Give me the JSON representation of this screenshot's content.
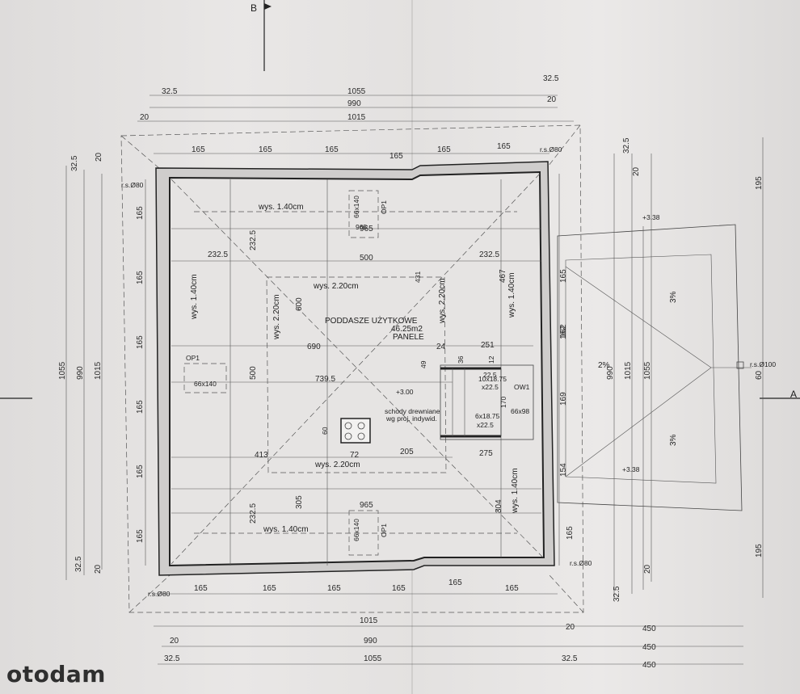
{
  "watermark": "otodam",
  "section_marker": "B",
  "section_marker_right": "A",
  "room": {
    "name": "PODDASZE UŻYTKOWE",
    "area": "46.25m2",
    "finish": "PANELE"
  },
  "stairs": {
    "line1": "schody drewniane",
    "line2": "wg proj. indywid."
  },
  "heights": {
    "h140": "wys. 1.40cm",
    "h220": "wys. 2.20cm"
  },
  "windows": {
    "op1": "OP1",
    "ow1": "OW1",
    "op1_size_v": "66x140",
    "op1_size_h": "66x140",
    "ow1_size": "66x98"
  },
  "levels": {
    "top": "+3.38",
    "bottom": "+3.38",
    "stairs": "+3.00"
  },
  "slopes": {
    "s3a": "3%",
    "s3b": "3%",
    "s2": "2%"
  },
  "downpipes": {
    "r_top": "r.s.Ø80",
    "r_left": "r.s.Ø80",
    "r_bottom_right": "r.s.Ø80",
    "r_bottom_left": "r.s.Ø80",
    "r_right": "r.s.Ø100"
  },
  "stair_steps": {
    "a": "10x18.75",
    "b": "x22.5",
    "c": "6x18.75",
    "d": "x22.5",
    "e": "22.5"
  },
  "dims_top": [
    "32.5",
    "1055",
    "32.5",
    "990",
    "20",
    "20",
    "1015"
  ],
  "dims_seg": [
    "165",
    "165",
    "165",
    "165",
    "165",
    "165"
  ],
  "dims_inner": [
    "232.5",
    "500",
    "232.5",
    "965",
    "690",
    "251",
    "739.5",
    "413",
    "72",
    "205",
    "275",
    "965",
    "24",
    "36",
    "12",
    "49",
    "170"
  ],
  "dims_vertical": [
    "232.5",
    "600",
    "500",
    "60",
    "305",
    "232.5",
    "467",
    "431",
    "162",
    "169",
    "154",
    "304"
  ],
  "dims_left": [
    "1055",
    "990",
    "1015",
    "32.5",
    "20",
    "32.5",
    "20"
  ],
  "dims_left_seg": [
    "165",
    "165",
    "165",
    "165",
    "165",
    "165"
  ],
  "dims_right_seg": [
    "165",
    "162",
    "169",
    "154",
    "165"
  ],
  "dims_terrace": [
    "32.5",
    "20",
    "195",
    "990",
    "1015",
    "1055",
    "195",
    "20",
    "32.5",
    "60"
  ],
  "dims_bottom": [
    "1015",
    "20",
    "450",
    "20",
    "990",
    "450",
    "32.5",
    "1055",
    "32.5",
    "450"
  ]
}
